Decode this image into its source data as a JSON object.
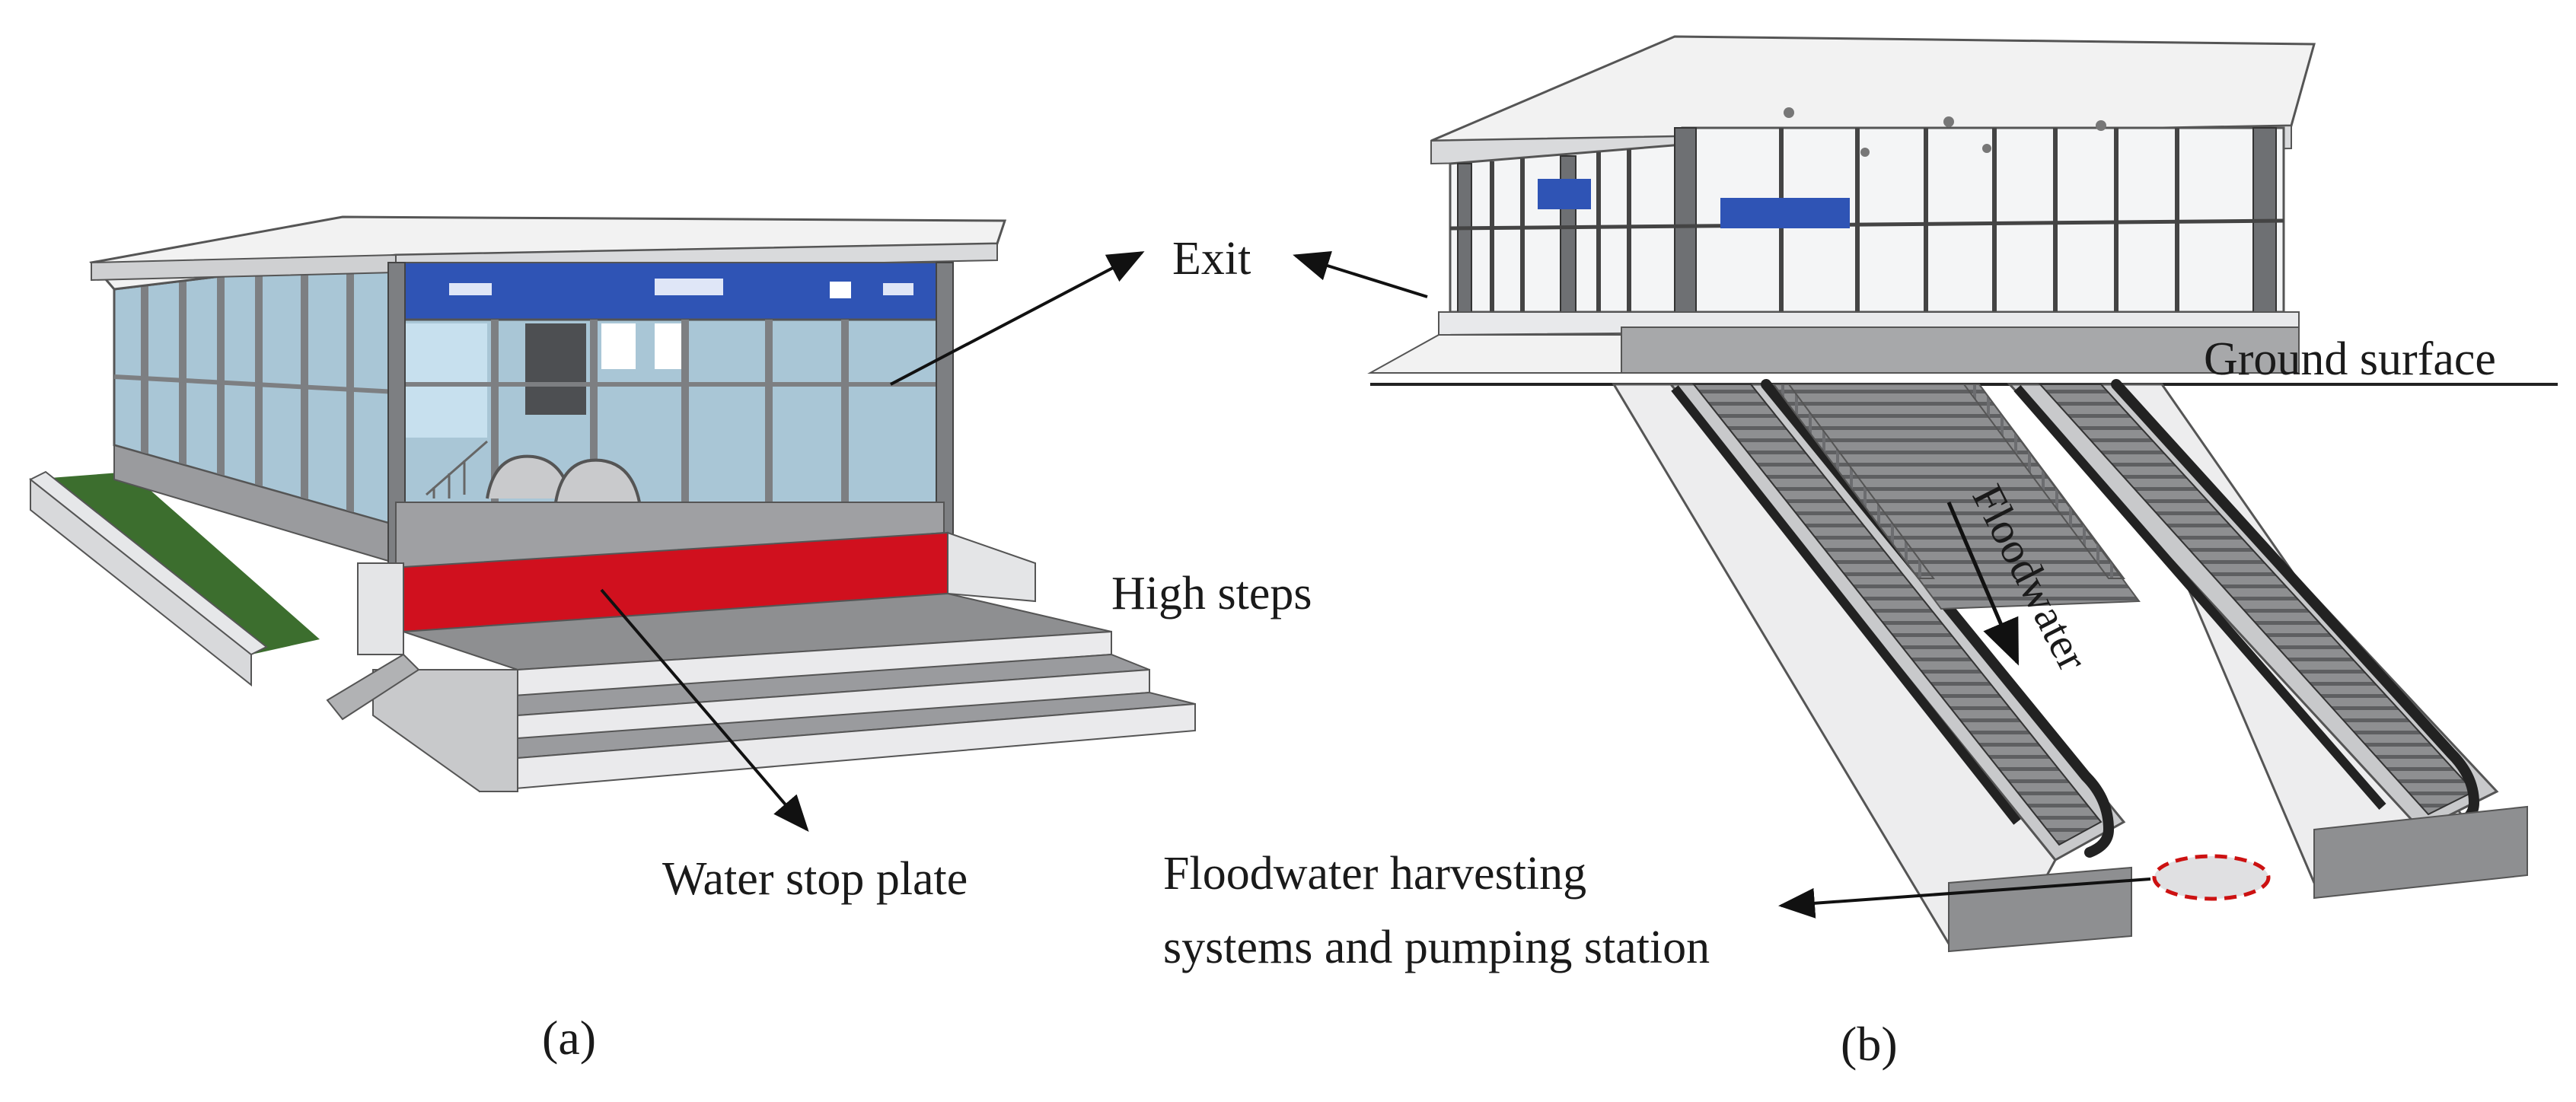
{
  "panels": {
    "a": {
      "caption": "(a)"
    },
    "b": {
      "caption": "(b)"
    }
  },
  "labels": {
    "exit": "Exit",
    "high_steps": "High steps",
    "water_stop_plate": "Water stop plate",
    "ground_surface": "Ground surface",
    "floodwater": "Floodwater",
    "harvesting_line1": "Floodwater harvesting",
    "harvesting_line2": "systems and pumping station"
  },
  "colors": {
    "sign_blue": "#2f54b5",
    "plate_red": "#d0101e",
    "glass": "#a9c6d6",
    "frame": "#7d7f82",
    "lawn": "#3c6e2e",
    "ground": "#a7a8aa",
    "marker_red": "#cc1111"
  }
}
